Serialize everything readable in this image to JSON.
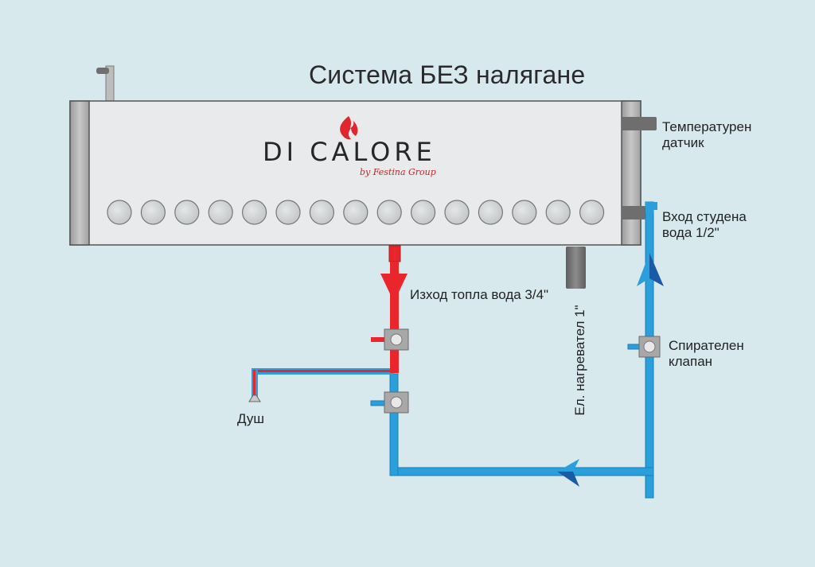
{
  "title": "Система БЕЗ налягане",
  "brand": {
    "name": "DI CALORE",
    "tagline": "by Festina Group",
    "logo_icon": "flame-icon"
  },
  "labels": {
    "temp_sensor_line1": "Температурен",
    "temp_sensor_line2": "датчик",
    "cold_inlet_line1": "Вход студена",
    "cold_inlet_line2": "вода 1/2\"",
    "hot_outlet": "Изход топла вода 3/4\"",
    "heater": "Ел. нагревател 1\"",
    "valve_line1": "Спирателен",
    "valve_line2": "клапан",
    "shower": "Душ"
  },
  "tube_count": 15,
  "colors": {
    "background": "#d8e9ee",
    "tank_body": "#e9eaeb",
    "tank_cap": "#b3b3b3",
    "hot_pipe": "#e8262c",
    "cold_pipe": "#2a9fdc",
    "arrow_dark": "#1b5aa6",
    "valve_body": "#a8a8a8",
    "tube_fill": "#d0d3d5",
    "brand_red": "#c1272d"
  }
}
